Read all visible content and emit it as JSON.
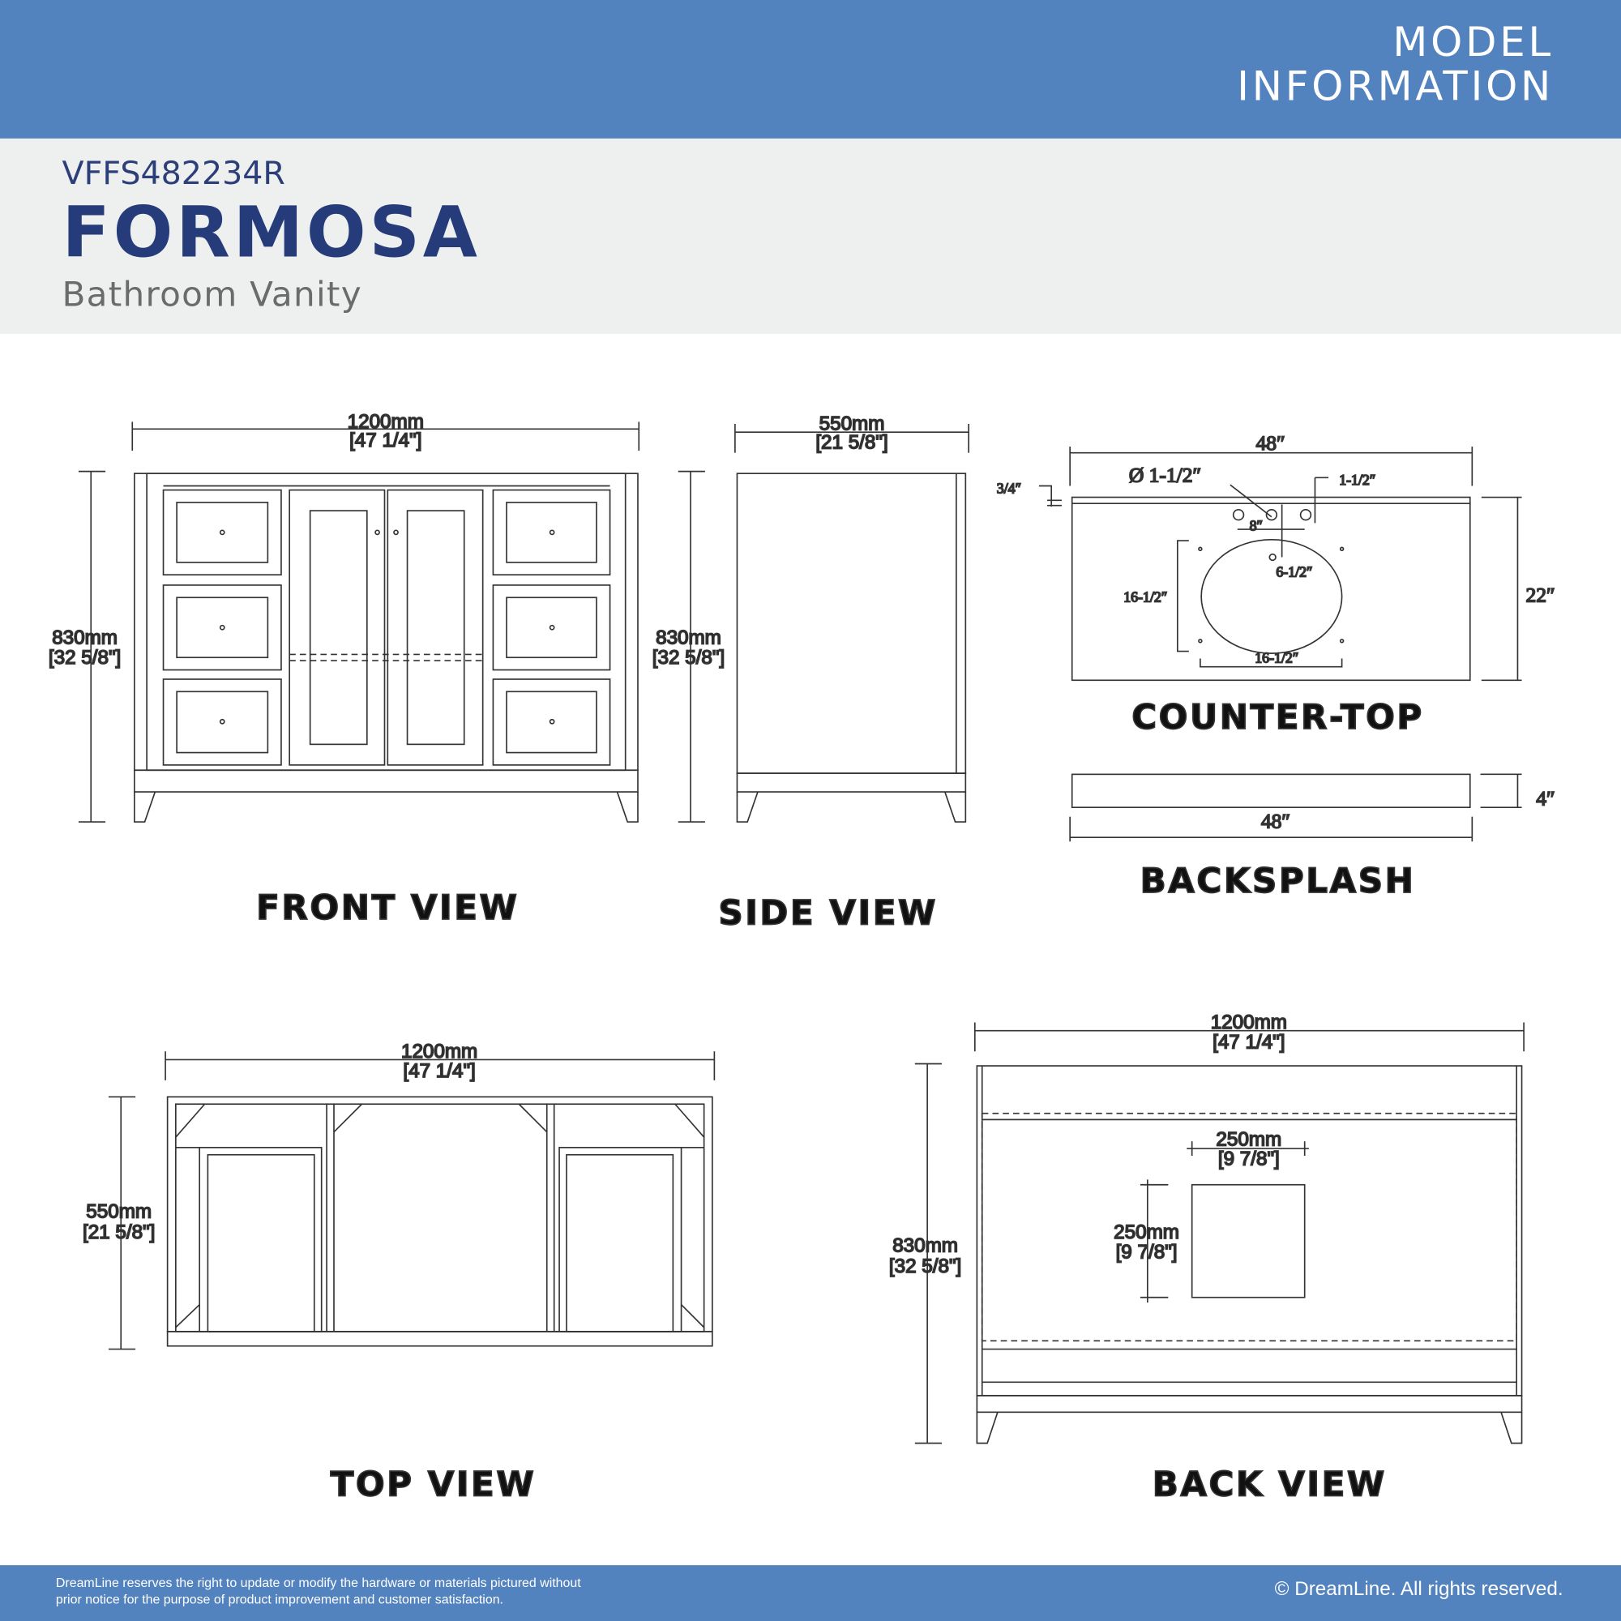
{
  "header": {
    "title_line1": "MODEL",
    "title_line2": "INFORMATION"
  },
  "product": {
    "model_number": "VFFS482234R",
    "name": "FORMOSA",
    "category": "Bathroom Vanity"
  },
  "views": {
    "front": {
      "label": "FRONT VIEW",
      "width_mm": "1200mm",
      "width_in": "[47 1/4\"]",
      "height_mm": "830mm",
      "height_in": "[32 5/8\"]"
    },
    "side": {
      "label": "SIDE VIEW",
      "depth_mm": "550mm",
      "depth_in": "[21 5/8\"]",
      "height_mm": "830mm",
      "height_in": "[32 5/8\"]"
    },
    "countertop": {
      "label": "COUNTER-TOP",
      "width": "48″",
      "depth": "22″",
      "thickness": "3/4″",
      "hole_diameter": "Ø 1-1/2″",
      "hole_offset": "1-1/2″",
      "faucet_spread": "8″",
      "faucet_to_sink": "6-1/2″",
      "sink_depth": "16-1/2″",
      "sink_width": "16-1/2″"
    },
    "backsplash": {
      "label": "BACKSPLASH",
      "width": "48″",
      "height": "4″"
    },
    "top": {
      "label": "TOP VIEW",
      "width_mm": "1200mm",
      "width_in": "[47 1/4\"]",
      "depth_mm": "550mm",
      "depth_in": "[21 5/8\"]"
    },
    "back": {
      "label": "BACK VIEW",
      "width_mm": "1200mm",
      "width_in": "[47 1/4\"]",
      "height_mm": "830mm",
      "height_in": "[32 5/8\"]",
      "cutout_w_mm": "250mm",
      "cutout_w_in": "[9 7/8\"]",
      "cutout_h_mm": "250mm",
      "cutout_h_in": "[9 7/8\"]"
    }
  },
  "footer": {
    "disclaimer_line1": "DreamLine reserves the right to update or modify the hardware or materials pictured without",
    "disclaimer_line2": "prior notice for the purpose of product improvement and customer satisfaction.",
    "copyright": "© DreamLine. All rights reserved."
  },
  "colors": {
    "brand_blue": "#5283bf",
    "title_navy": "#253b7a",
    "band_grey": "#eef0ef"
  }
}
